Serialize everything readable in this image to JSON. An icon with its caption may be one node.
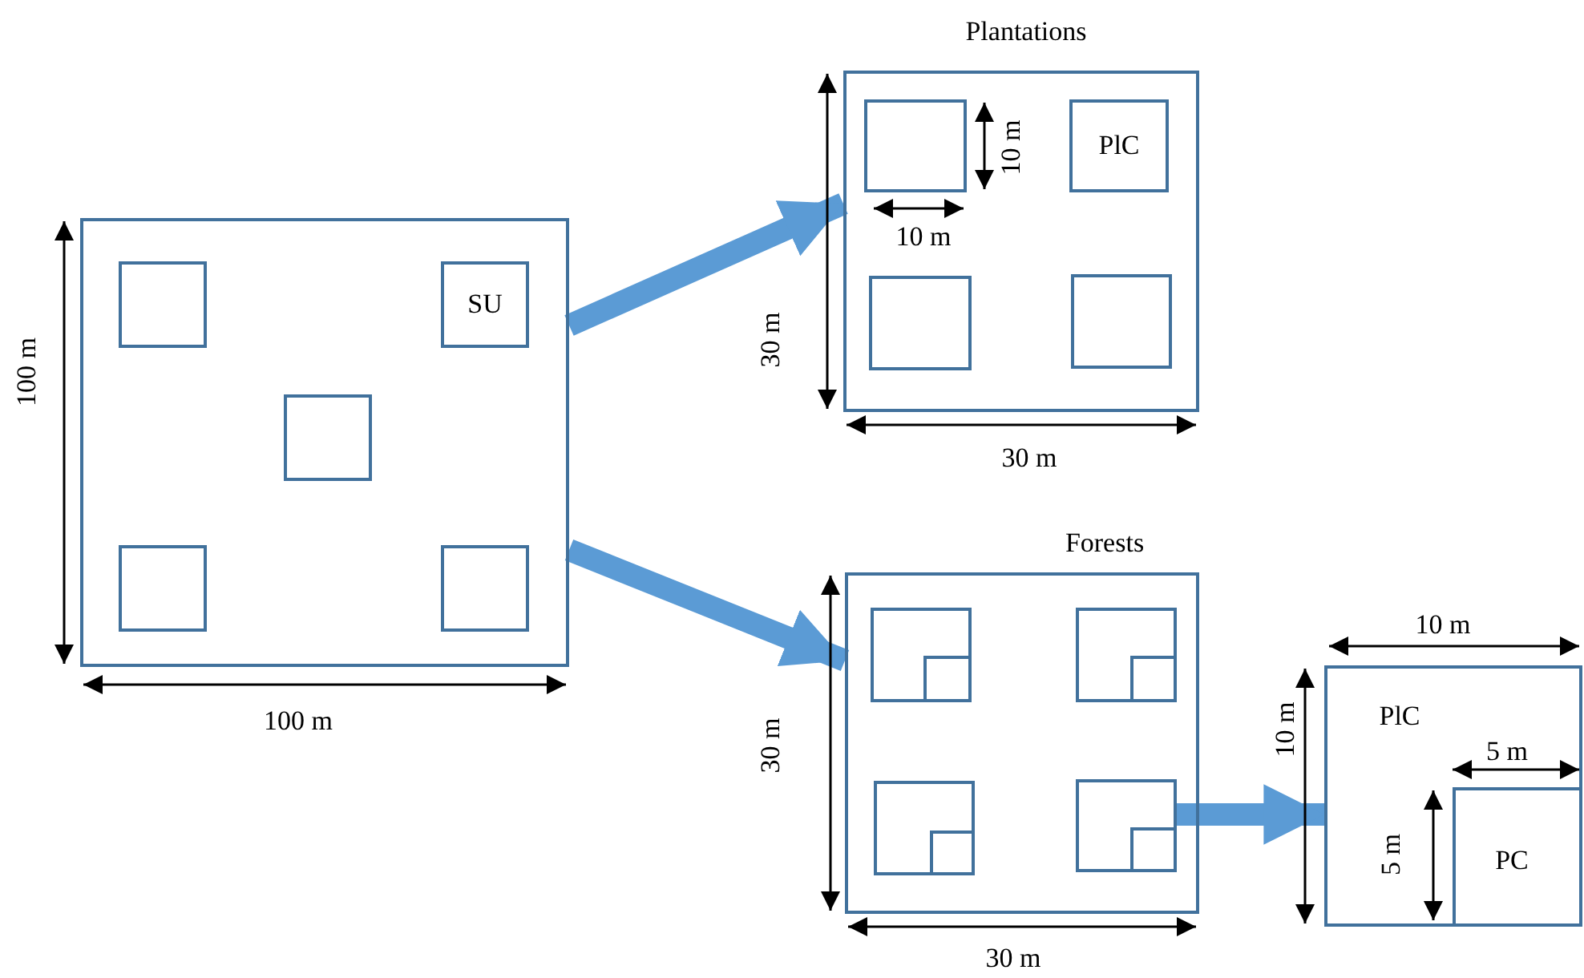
{
  "diagram": {
    "nodes": [
      {
        "text": [],
        "shape": "box"
      },
      {
        "text": [],
        "shape": "box",
        "in": 0
      },
      {
        "text": [
          "SU"
        ],
        "in": 0
      },
      {
        "text": [],
        "shape": "box",
        "in": 0
      },
      {
        "text": [],
        "shape": "box",
        "in": 0
      },
      {
        "text": [],
        "shape": "box",
        "in": 0
      },
      {
        "text": [
          "Plantations"
        ]
      },
      {
        "text": [],
        "shape": "box",
        "in": 6
      },
      {
        "text": [
          "PlC"
        ],
        "in": 6
      },
      {
        "text": [],
        "shape": "box",
        "in": 6
      },
      {
        "text": [],
        "shape": "box",
        "in": 6
      },
      {
        "text": [
          "Forests"
        ]
      },
      {
        "text": [],
        "shape": "box",
        "in": 11
      },
      {
        "text": [],
        "shape": "box",
        "in": 12
      },
      {
        "text": [],
        "shape": "box",
        "in": 11
      },
      {
        "text": [],
        "shape": "box",
        "in": 14
      },
      {
        "text": [],
        "shape": "box",
        "in": 11
      },
      {
        "text": [],
        "shape": "box",
        "in": 16
      },
      {
        "text": [],
        "shape": "box",
        "in": 11
      },
      {
        "text": [],
        "shape": "box",
        "in": 18
      },
      {
        "text": [
          "PlC"
        ]
      },
      {
        "text": [
          "PC"
        ],
        "in": 20
      }
    ],
    "edges": [
      {
        "from": 0,
        "to": 6,
        "arrow": "to"
      },
      {
        "from": 0,
        "to": 11,
        "arrow": "to"
      },
      {
        "from": 18,
        "to": 20,
        "arrow": "to"
      }
    ],
    "labels": [
      "10 m",
      "10 m",
      "100 m",
      "30 m",
      "30 m",
      "30 m",
      "10 m",
      "10 m",
      "5 m",
      "5 m",
      "100 m",
      "30 m"
    ]
  }
}
